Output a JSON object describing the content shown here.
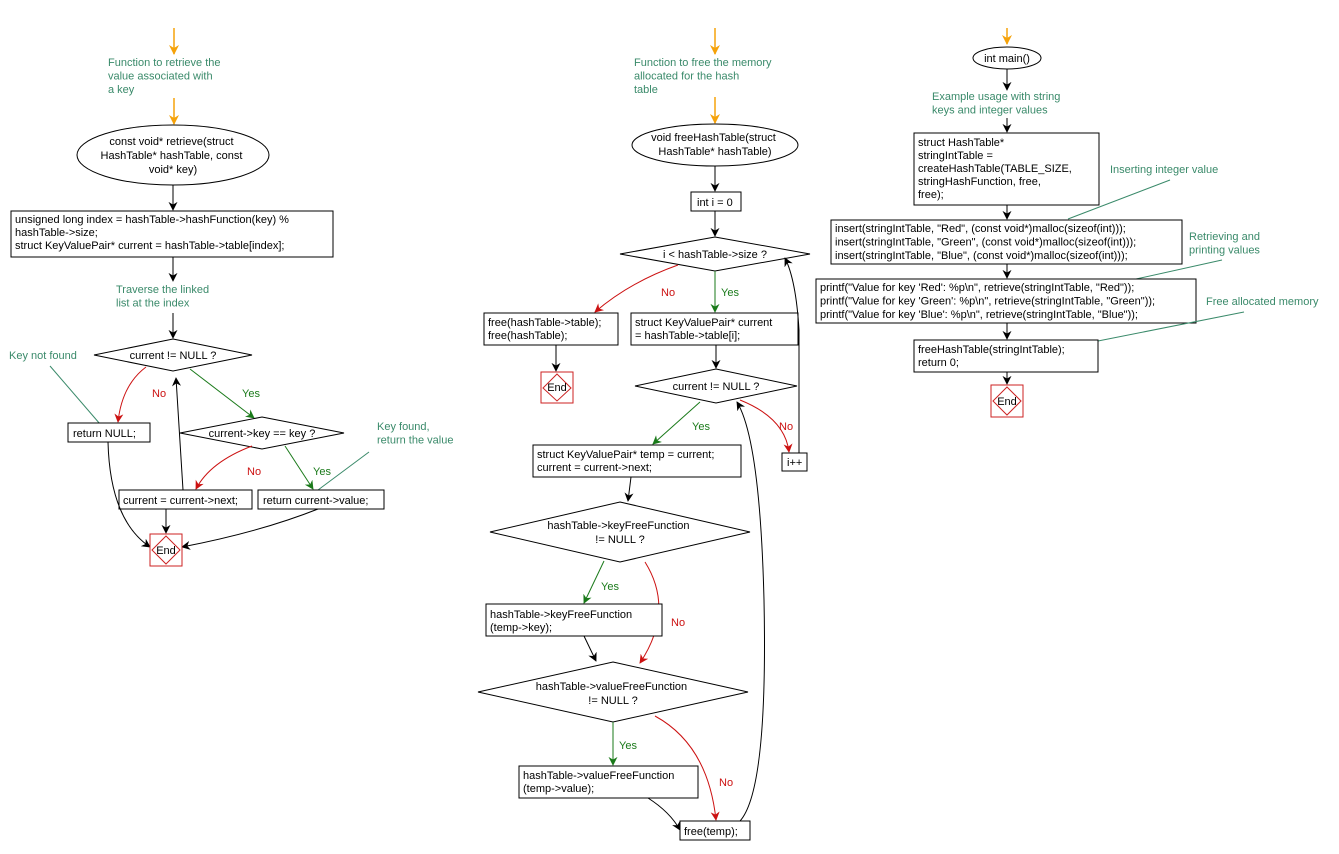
{
  "colors": {
    "entry_arrow": "#f5a20a",
    "line": "#000000",
    "note": "#3a8a6a",
    "yes": "#1a7a1a",
    "no": "#cc1111",
    "end": "#cc2222"
  },
  "retrieve": {
    "note_desc": [
      "Function to retrieve the",
      "value associated with",
      "a key"
    ],
    "signature": [
      "const void* retrieve(struct",
      "HashTable* hashTable, const",
      "void* key)"
    ],
    "index_box": [
      "unsigned long index = hashTable->hashFunction(key) %",
      "hashTable->size;",
      "struct KeyValuePair* current = hashTable->table[index];"
    ],
    "note_traverse": [
      "Traverse the linked",
      "list at the index"
    ],
    "cond_current": "current != NULL ?",
    "note_not_found": "Key not found",
    "return_null": "return NULL;",
    "cond_key": "current->key == key ?",
    "note_found": [
      "Key found,",
      "return the value"
    ],
    "advance": "current = current->next;",
    "return_value": "return current->value;",
    "end": "End",
    "yes": "Yes",
    "no": "No"
  },
  "free_table": {
    "note_desc": [
      "Function to free the memory",
      "allocated for the hash",
      "table"
    ],
    "signature": [
      "void freeHashTable(struct",
      "HashTable* hashTable)"
    ],
    "init": "int i = 0",
    "cond_loop": "i < hashTable->size ?",
    "free_box": [
      "free(hashTable->table);",
      "free(hashTable);"
    ],
    "end": "End",
    "current_box": [
      "struct KeyValuePair* current",
      "= hashTable->table[i];"
    ],
    "cond_current": "current != NULL ?",
    "increment": "i++",
    "temp_box": [
      "struct KeyValuePair* temp = current;",
      "current = current->next;"
    ],
    "cond_key_free": [
      "hashTable->keyFreeFunction",
      "!= NULL ?"
    ],
    "key_free_box": [
      "hashTable->keyFreeFunction",
      "(temp->key);"
    ],
    "cond_value_free": [
      "hashTable->valueFreeFunction",
      "!= NULL ?"
    ],
    "value_free_box": [
      "hashTable->valueFreeFunction",
      "(temp->value);"
    ],
    "free_temp": "free(temp);",
    "yes": "Yes",
    "no": "No"
  },
  "main": {
    "start": "int main()",
    "note_usage": [
      "Example usage with string",
      "keys and integer values"
    ],
    "create_box": [
      "struct HashTable*",
      "stringIntTable =",
      "createHashTable(TABLE_SIZE,",
      "stringHashFunction, free,",
      "free);"
    ],
    "note_insert": "Inserting integer value",
    "insert_box": [
      "insert(stringIntTable, \"Red\", (const void*)malloc(sizeof(int)));",
      "insert(stringIntTable, \"Green\", (const void*)malloc(sizeof(int)));",
      "insert(stringIntTable, \"Blue\", (const void*)malloc(sizeof(int)));"
    ],
    "note_retrieve": [
      "Retrieving and",
      "printing values"
    ],
    "printf_box": [
      "printf(\"Value for key 'Red': %p\\n\", retrieve(stringIntTable, \"Red\"));",
      "printf(\"Value for key 'Green': %p\\n\", retrieve(stringIntTable, \"Green\"));",
      "printf(\"Value for key 'Blue': %p\\n\", retrieve(stringIntTable, \"Blue\"));"
    ],
    "note_free": "Free allocated memory",
    "free_box": [
      "freeHashTable(stringIntTable);",
      "return 0;"
    ],
    "end": "End"
  }
}
